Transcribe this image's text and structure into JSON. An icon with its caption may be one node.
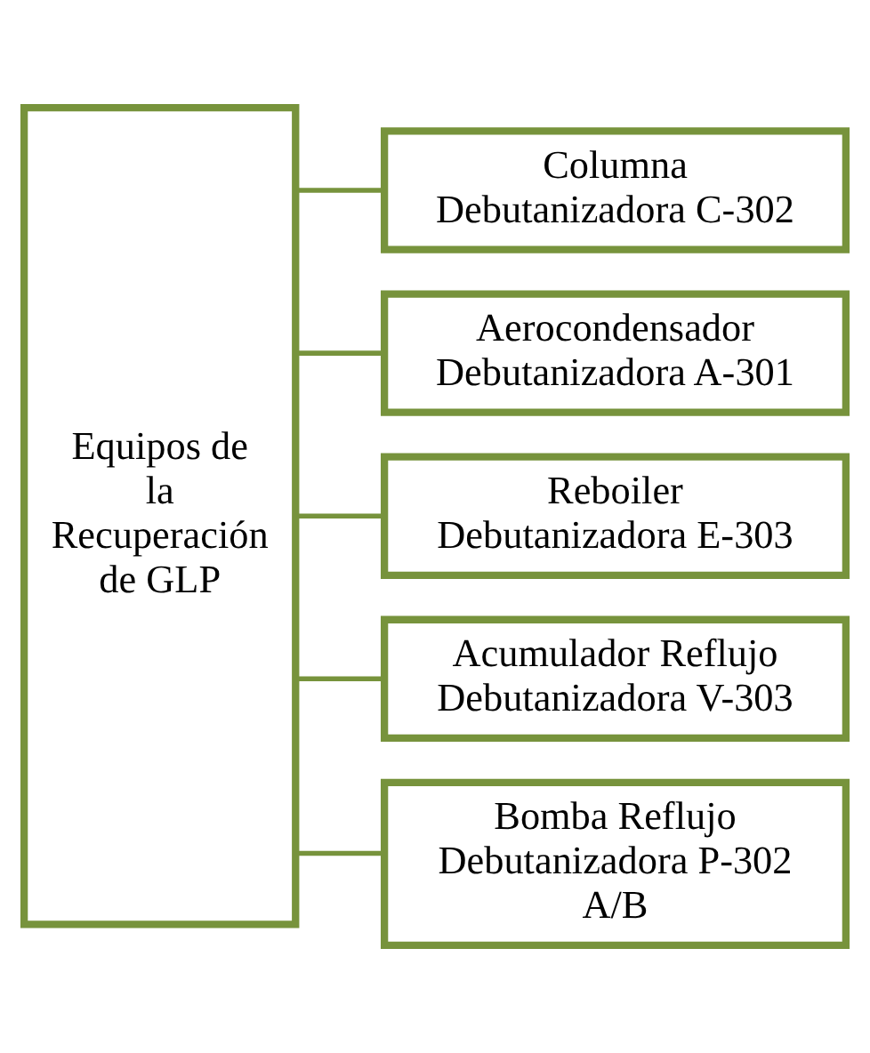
{
  "diagram": {
    "nodes": [
      {
        "text": [
          "Equipos de la Recuperación de GLP"
        ]
      },
      {
        "text": [
          "Columna Debutanizadora C-302"
        ]
      },
      {
        "text": [
          "Aerocondensador Debutanizadora A-301"
        ]
      },
      {
        "text": [
          "Reboiler Debutanizadora E-303"
        ]
      },
      {
        "text": [
          "Acumulador Reflujo Debutanizadora V-303"
        ]
      },
      {
        "text": [
          "Bomba Reflujo Debutanizadora P-302 A/B"
        ]
      }
    ],
    "edges": [
      {
        "from": 0,
        "to": 1,
        "arrow": "none"
      },
      {
        "from": 0,
        "to": 2,
        "arrow": "none"
      },
      {
        "from": 0,
        "to": 3,
        "arrow": "none"
      },
      {
        "from": 0,
        "to": 4,
        "arrow": "none"
      },
      {
        "from": 0,
        "to": 5,
        "arrow": "none"
      }
    ]
  }
}
